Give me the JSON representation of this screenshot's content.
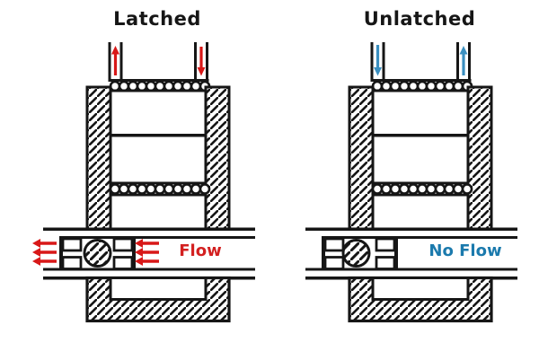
{
  "titles": {
    "left": "Latched",
    "right": "Unlatched"
  },
  "labels": {
    "flow": "Flow",
    "no_flow": "No Flow"
  },
  "colors": {
    "red": "#d81818",
    "red_text": "#d32020",
    "blue": "#3a8fc0",
    "blue_text": "#1b7aad",
    "line": "#161616"
  }
}
